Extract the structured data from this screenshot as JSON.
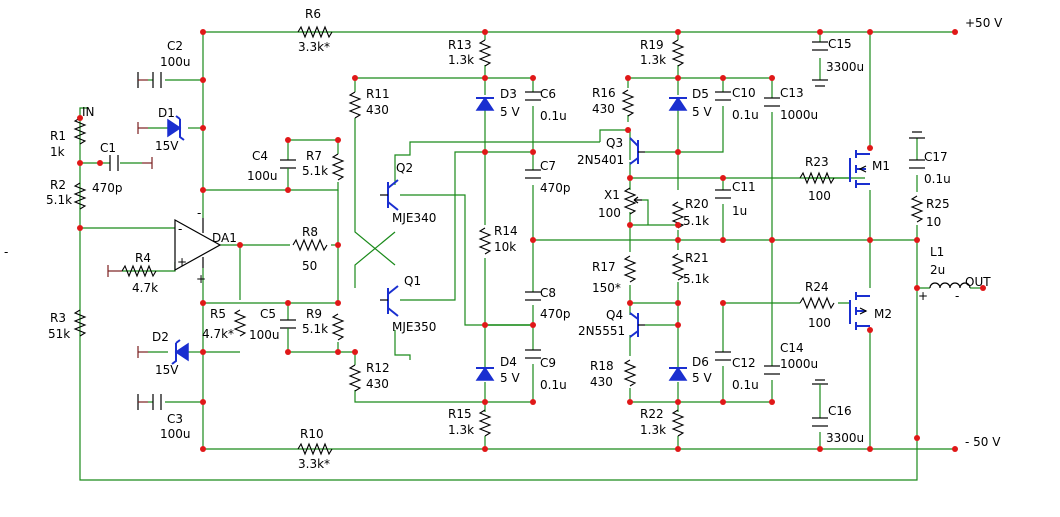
{
  "rails": {
    "pos": "+50 V",
    "neg": "- 50 V",
    "out": "OUT",
    "in": "IN"
  },
  "components": {
    "R1": {
      "ref": "R1",
      "value": "1k"
    },
    "R2": {
      "ref": "R2",
      "value": "5.1k"
    },
    "R3": {
      "ref": "R3",
      "value": "51k"
    },
    "R4": {
      "ref": "R4",
      "value": "4.7k"
    },
    "R5": {
      "ref": "R5",
      "value": "4.7k*"
    },
    "R6": {
      "ref": "R6",
      "value": "3.3k*"
    },
    "R7": {
      "ref": "R7",
      "value": "5.1k"
    },
    "R8": {
      "ref": "R8",
      "value": "50"
    },
    "R9": {
      "ref": "R9",
      "value": "5.1k"
    },
    "R10": {
      "ref": "R10",
      "value": "3.3k*"
    },
    "R11": {
      "ref": "R11",
      "value": "430"
    },
    "R12": {
      "ref": "R12",
      "value": "430"
    },
    "R13": {
      "ref": "R13",
      "value": "1.3k"
    },
    "R14": {
      "ref": "R14",
      "value": "10k"
    },
    "R15": {
      "ref": "R15",
      "value": "1.3k"
    },
    "R16": {
      "ref": "R16",
      "value": "430"
    },
    "R17": {
      "ref": "R17",
      "value": "150*"
    },
    "R18": {
      "ref": "R18",
      "value": "430"
    },
    "R19": {
      "ref": "R19",
      "value": "1.3k"
    },
    "R20": {
      "ref": "R20",
      "value": "5.1k"
    },
    "R21": {
      "ref": "R21",
      "value": "5.1k"
    },
    "R22": {
      "ref": "R22",
      "value": "1.3k"
    },
    "R23": {
      "ref": "R23",
      "value": "100"
    },
    "R24": {
      "ref": "R24",
      "value": "100"
    },
    "R25": {
      "ref": "R25",
      "value": "10"
    },
    "C1": {
      "ref": "C1",
      "value": "470p"
    },
    "C2": {
      "ref": "C2",
      "value": "100u"
    },
    "C3": {
      "ref": "C3",
      "value": "100u"
    },
    "C4": {
      "ref": "C4",
      "value": "100u"
    },
    "C5": {
      "ref": "C5",
      "value": "100u"
    },
    "C6": {
      "ref": "C6",
      "value": "0.1u"
    },
    "C7": {
      "ref": "C7",
      "value": "470p"
    },
    "C8": {
      "ref": "C8",
      "value": "470p"
    },
    "C9": {
      "ref": "C9",
      "value": "0.1u"
    },
    "C10": {
      "ref": "C10",
      "value": "0.1u"
    },
    "C11": {
      "ref": "C11",
      "value": "1u"
    },
    "C12": {
      "ref": "C12",
      "value": "0.1u"
    },
    "C13": {
      "ref": "C13",
      "value": "1000u"
    },
    "C14": {
      "ref": "C14",
      "value": "1000u"
    },
    "C15": {
      "ref": "C15",
      "value": "3300u"
    },
    "C16": {
      "ref": "C16",
      "value": "3300u"
    },
    "C17": {
      "ref": "C17",
      "value": "0.1u"
    },
    "D1": {
      "ref": "D1",
      "value": "15V"
    },
    "D2": {
      "ref": "D2",
      "value": "15V"
    },
    "D3": {
      "ref": "D3",
      "value": "5 V"
    },
    "D4": {
      "ref": "D4",
      "value": "5 V"
    },
    "D5": {
      "ref": "D5",
      "value": "5 V"
    },
    "D6": {
      "ref": "D6",
      "value": "5 V"
    },
    "Q1": {
      "ref": "Q1",
      "value": "MJE350"
    },
    "Q2": {
      "ref": "Q2",
      "value": "MJE340"
    },
    "Q3": {
      "ref": "Q3",
      "value": "2N5401"
    },
    "Q4": {
      "ref": "Q4",
      "value": "2N5551"
    },
    "M1": {
      "ref": "M1"
    },
    "M2": {
      "ref": "M2"
    },
    "DA1": {
      "ref": "DA1"
    },
    "X1": {
      "ref": "X1",
      "value": "100"
    },
    "L1": {
      "ref": "L1",
      "value": "2u"
    }
  },
  "pin_marks": {
    "minus": "-",
    "plus": "+"
  },
  "colors": {
    "wire": "#1a8a1a",
    "symbol": "#000000",
    "semiconductor": "#1a2fd0",
    "pin": "#7a1e1e",
    "junction": "#e01818"
  }
}
